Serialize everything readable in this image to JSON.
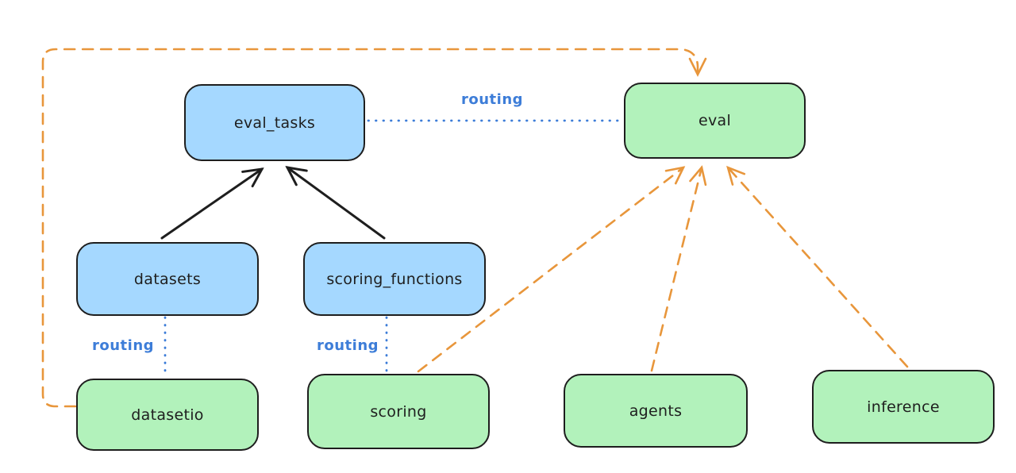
{
  "diagram": {
    "nodes": {
      "eval_tasks": {
        "label": "eval_tasks",
        "fill": "#a5d8ff"
      },
      "eval": {
        "label": "eval",
        "fill": "#b2f2bb"
      },
      "datasets": {
        "label": "datasets",
        "fill": "#a5d8ff"
      },
      "scoring_functions": {
        "label": "scoring_functions",
        "fill": "#a5d8ff"
      },
      "datasetio": {
        "label": "datasetio",
        "fill": "#b2f2bb"
      },
      "scoring": {
        "label": "scoring",
        "fill": "#b2f2bb"
      },
      "agents": {
        "label": "agents",
        "fill": "#b2f2bb"
      },
      "inference": {
        "label": "inference",
        "fill": "#b2f2bb"
      }
    },
    "edges": [
      {
        "from": "datasets",
        "to": "eval_tasks",
        "style": "solid",
        "color": "#1e1e1e",
        "arrow": true
      },
      {
        "from": "scoring_functions",
        "to": "eval_tasks",
        "style": "solid",
        "color": "#1e1e1e",
        "arrow": true
      },
      {
        "from": "eval_tasks",
        "to": "eval",
        "style": "dotted",
        "color": "#3d7dd8",
        "arrow": false,
        "label": "routing"
      },
      {
        "from": "datasets",
        "to": "datasetio",
        "style": "dotted",
        "color": "#3d7dd8",
        "arrow": false,
        "label": "routing"
      },
      {
        "from": "scoring_functions",
        "to": "scoring",
        "style": "dotted",
        "color": "#3d7dd8",
        "arrow": false,
        "label": "routing"
      },
      {
        "from": "datasetio",
        "to": "eval",
        "style": "dashed",
        "color": "#e8963b",
        "arrow": true
      },
      {
        "from": "scoring",
        "to": "eval",
        "style": "dashed",
        "color": "#e8963b",
        "arrow": true
      },
      {
        "from": "agents",
        "to": "eval",
        "style": "dashed",
        "color": "#e8963b",
        "arrow": true
      },
      {
        "from": "inference",
        "to": "eval",
        "style": "dashed",
        "color": "#e8963b",
        "arrow": true
      }
    ],
    "colors": {
      "stroke": "#1e1e1e",
      "blue_fill": "#a5d8ff",
      "green_fill": "#b2f2bb",
      "orange_edge": "#e8963b",
      "routing_blue": "#3d7dd8",
      "background": "#ffffff"
    }
  }
}
